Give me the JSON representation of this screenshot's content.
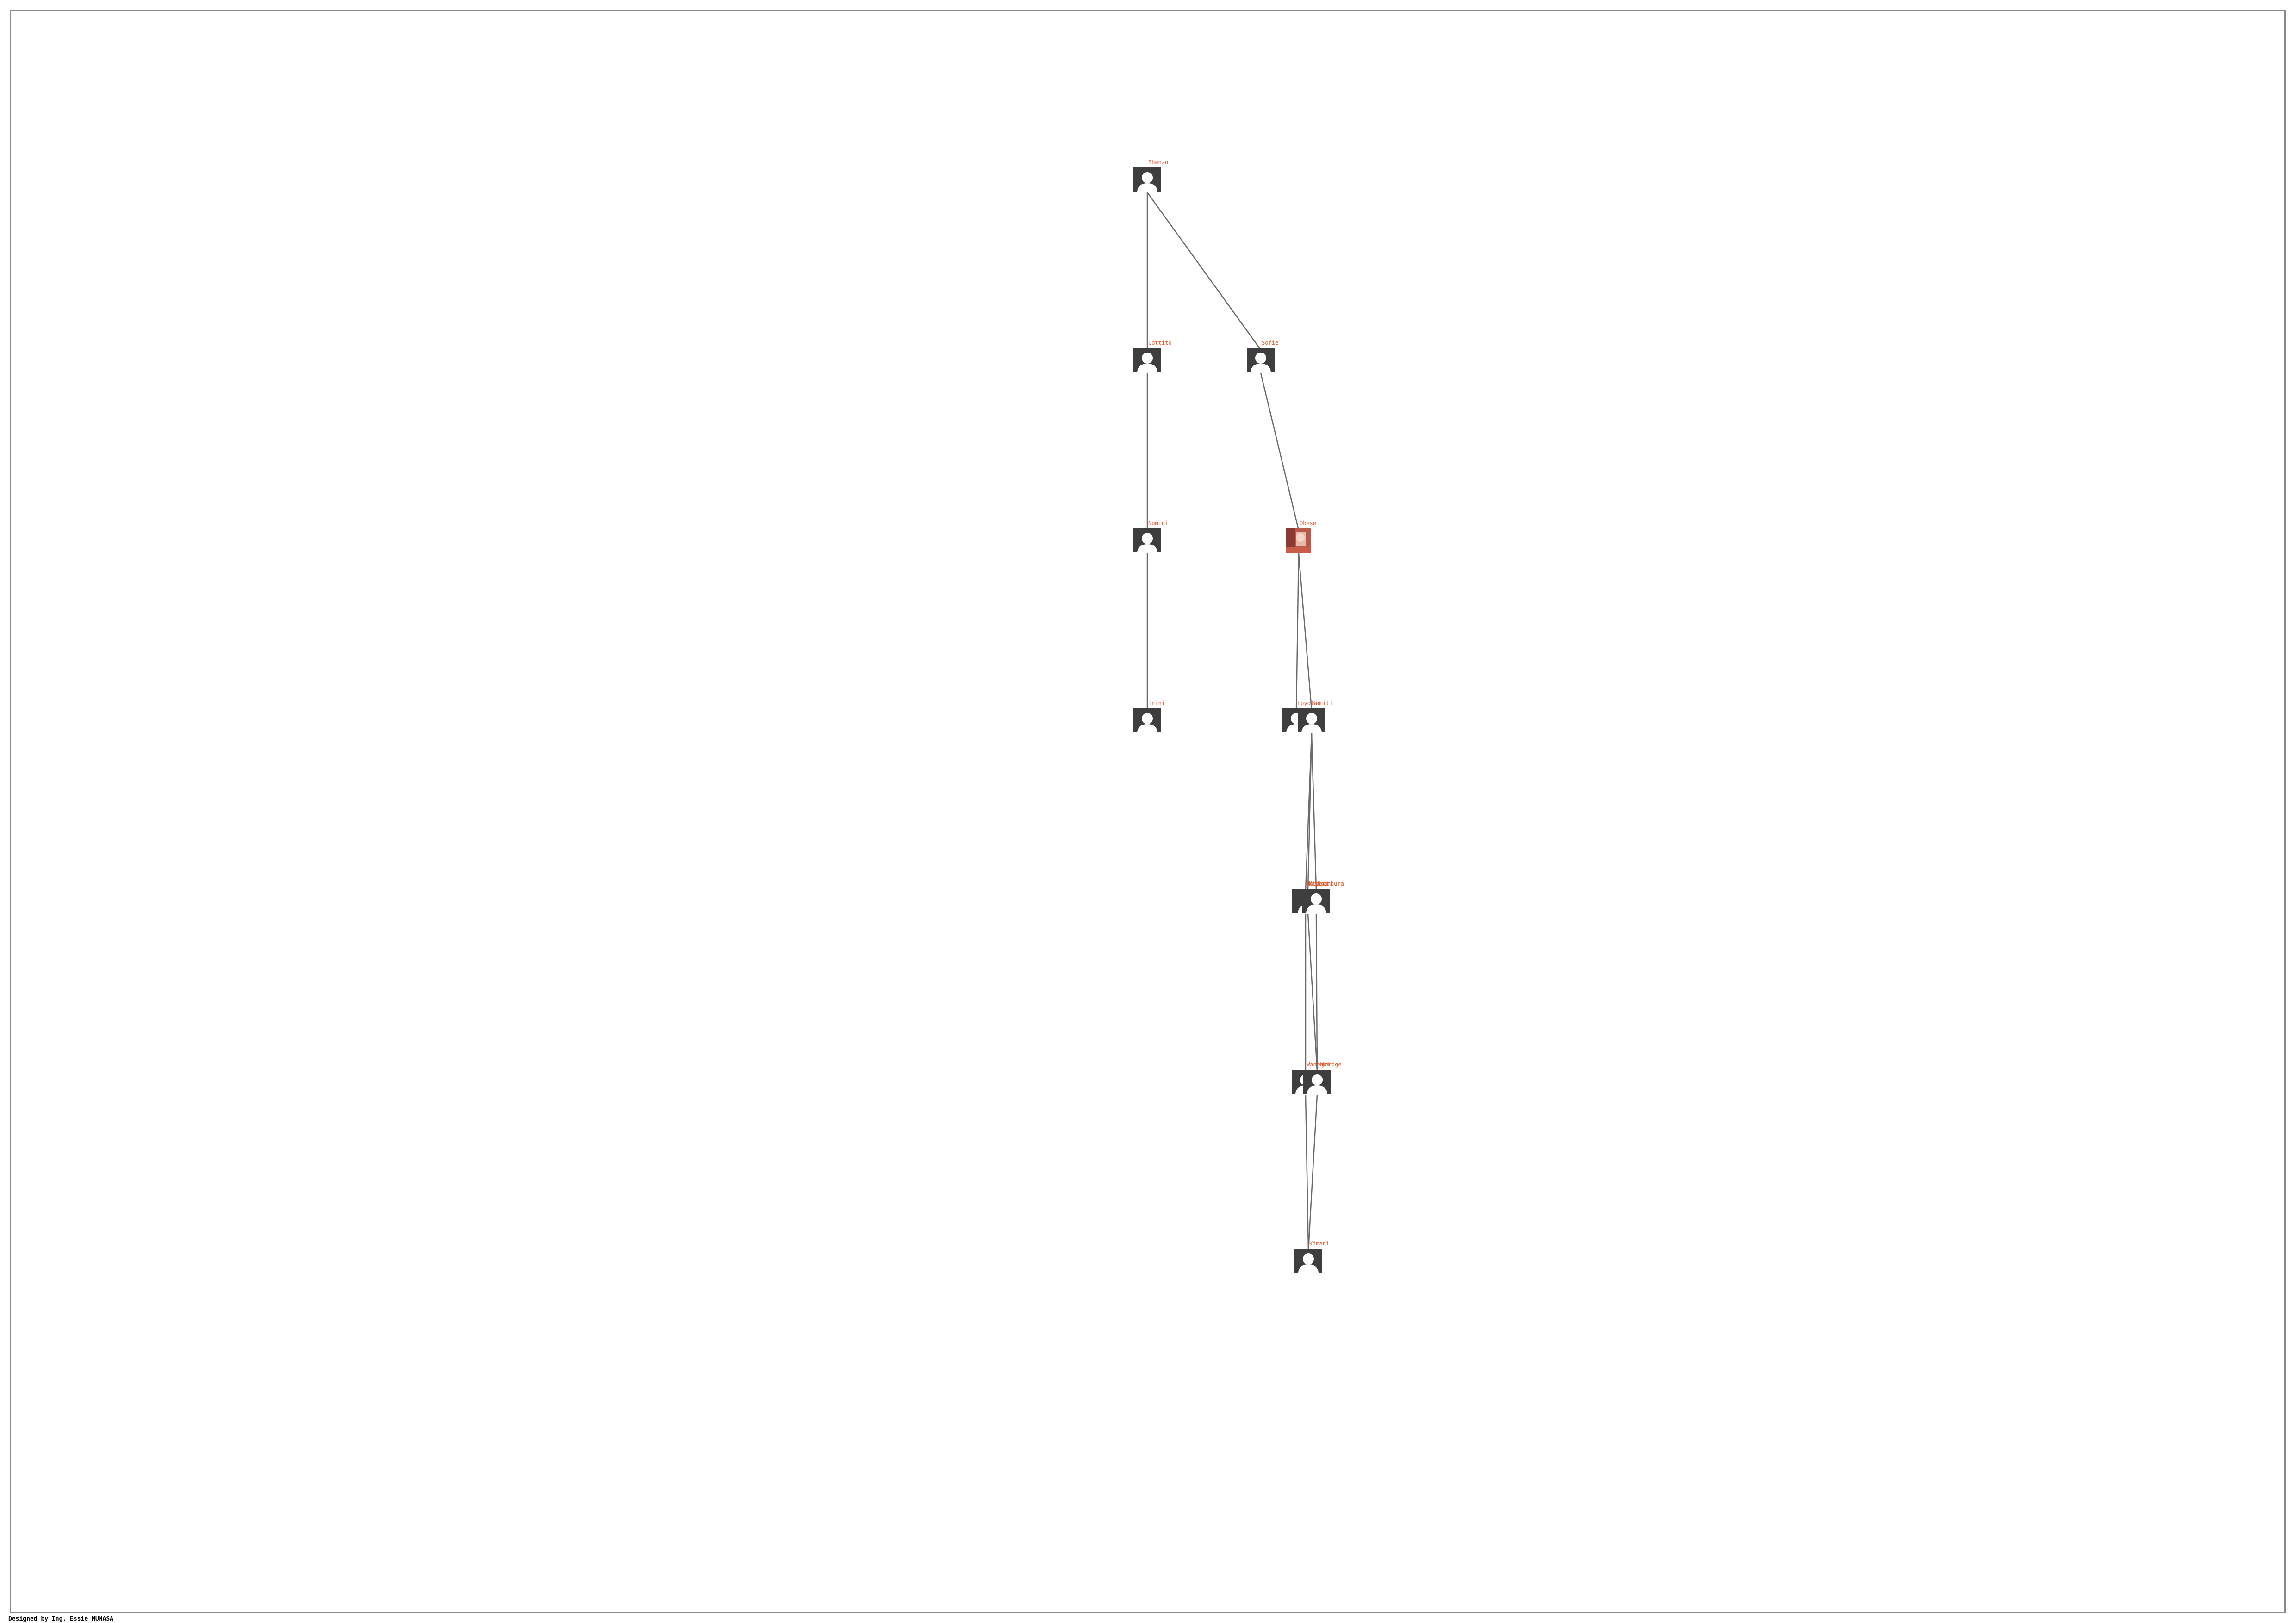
{
  "footer": {
    "credit": "Designed by Ing. Essie MUNASA"
  },
  "colors": {
    "node": "#3e3e3e",
    "label": "#e25a2c",
    "edge": "#6a6a6a",
    "frame": "#8a8a8a"
  },
  "icons": {
    "person": "person-silhouette-icon",
    "photo": "member-photo-icon"
  },
  "tree": {
    "members": [
      {
        "id": "m1",
        "name": "Shenzo",
        "icon": "person"
      },
      {
        "id": "m2",
        "name": "Cottito",
        "icon": "person"
      },
      {
        "id": "m3",
        "name": "Sofie",
        "icon": "person"
      },
      {
        "id": "m4",
        "name": "Nomini",
        "icon": "person"
      },
      {
        "id": "m5",
        "name": "Obese",
        "icon": "photo"
      },
      {
        "id": "m6",
        "name": "Irini",
        "icon": "person"
      },
      {
        "id": "m7",
        "name": "Loyola",
        "icon": "person"
      },
      {
        "id": "m8",
        "name": "Kamiti",
        "icon": "person"
      },
      {
        "id": "m9",
        "name": "Jabari",
        "icon": "person"
      },
      {
        "id": "m10",
        "name": "Kiberi",
        "icon": "person"
      },
      {
        "id": "m11",
        "name": "Nyambura",
        "icon": "person"
      },
      {
        "id": "m12",
        "name": "Wangari",
        "icon": "person"
      },
      {
        "id": "m13",
        "name": "Njoroge",
        "icon": "person"
      },
      {
        "id": "m14",
        "name": "Kimani",
        "icon": "person"
      }
    ],
    "links": [
      [
        "m1",
        "m2"
      ],
      [
        "m1",
        "m3"
      ],
      [
        "m2",
        "m4"
      ],
      [
        "m4",
        "m6"
      ],
      [
        "m3",
        "m5"
      ],
      [
        "m5",
        "m7"
      ],
      [
        "m5",
        "m8"
      ],
      [
        "m8",
        "m9"
      ],
      [
        "m8",
        "m10"
      ],
      [
        "m8",
        "m11"
      ],
      [
        "m9",
        "m12"
      ],
      [
        "m10",
        "m13"
      ],
      [
        "m11",
        "m13"
      ],
      [
        "m12",
        "m14"
      ],
      [
        "m13",
        "m14"
      ]
    ]
  }
}
